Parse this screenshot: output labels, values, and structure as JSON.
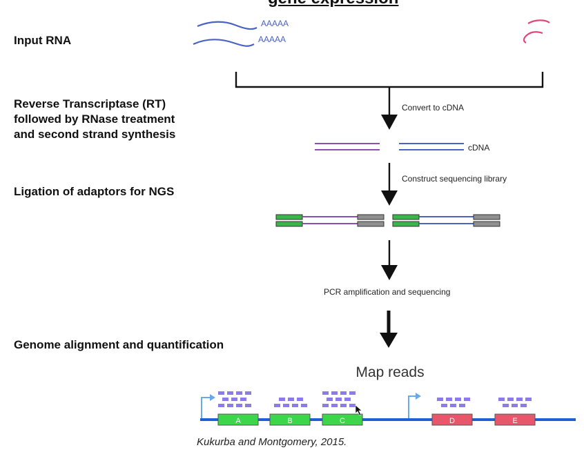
{
  "title_fragment": "gene expression",
  "steps": {
    "input_rna": "Input RNA",
    "reverse_transcription": [
      "Reverse Transcriptase (RT)",
      "followed by RNase treatment",
      "and second strand synthesis"
    ],
    "ligation": "Ligation of adaptors for NGS",
    "alignment": "Genome alignment and quantification"
  },
  "annotations": {
    "polya_1": "AAAAA",
    "polya_2": "AAAAA",
    "convert": "Convert to cDNA",
    "cdna": "cDNA",
    "construct": "Construct sequencing library",
    "pcr": "PCR amplification and sequencing",
    "map_reads": "Map reads",
    "citation": "Kukurba and Montgomery, 2015."
  },
  "exons": [
    {
      "label": "A",
      "color": "#3dd64a"
    },
    {
      "label": "B",
      "color": "#3dd64a"
    },
    {
      "label": "C",
      "color": "#3dd64a"
    },
    {
      "label": "D",
      "color": "#e8566c"
    },
    {
      "label": "E",
      "color": "#e8566c"
    }
  ],
  "colors": {
    "rna_blue": "#4a62c4",
    "rna_pink": "#e0457b",
    "cdna_purple": "#8a4fb0",
    "cdna_blue": "#4a62c4",
    "adaptor_green": "#3ab54a",
    "adaptor_gray": "#8f8f8f",
    "genome_line": "#1f5fd6",
    "read": "#8d7ce8",
    "tss_arrow": "#6aa9e6"
  }
}
